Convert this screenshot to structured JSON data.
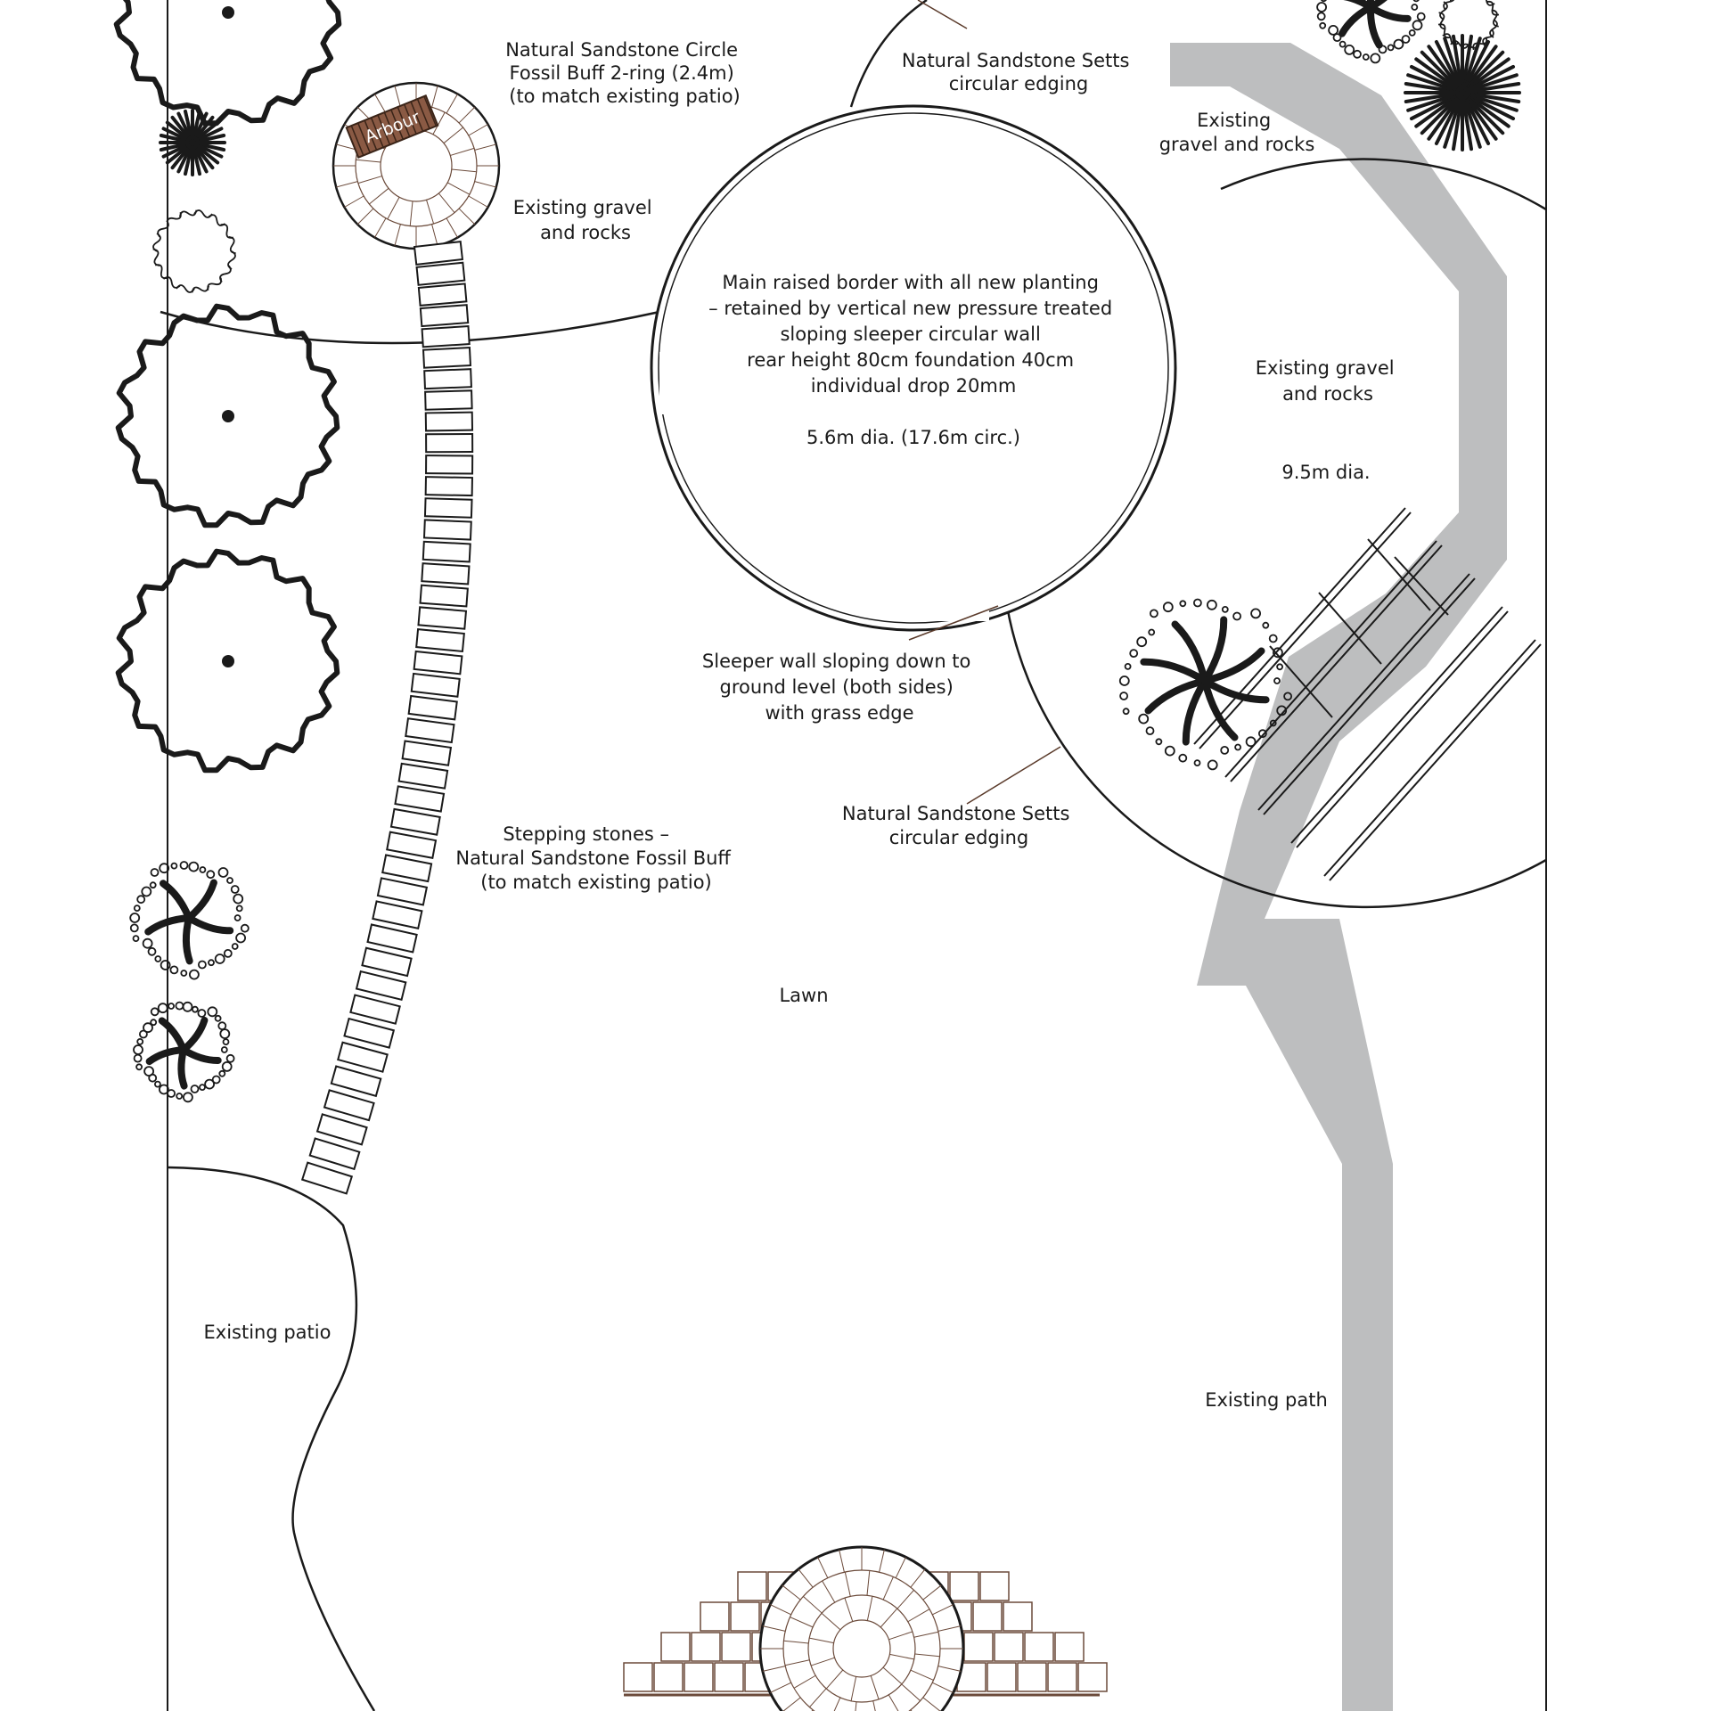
{
  "labels": {
    "sandstone_circle": [
      "Natural Sandstone Circle",
      "Fossil Buff 2-ring (2.4m)",
      "(to match existing patio)"
    ],
    "arbour": "Arbour",
    "setts_top": [
      "Natural Sandstone Setts",
      "circular edging"
    ],
    "gravel_top_right": [
      "Existing",
      "gravel and rocks"
    ],
    "gravel_left": [
      "Existing gravel",
      "and rocks"
    ],
    "main_border": [
      "Main raised border with all new planting",
      "– retained by vertical new pressure treated",
      "sloping sleeper circular wall",
      "rear height 80cm foundation 40cm",
      "individual drop 20mm"
    ],
    "main_border_size": "5.6m dia. (17.6m circ.)",
    "gravel_right": [
      "Existing gravel",
      "and rocks"
    ],
    "right_circle_size": "9.5m dia.",
    "sleeper_wall": [
      "Sleeper wall sloping down to",
      "ground level (both sides)",
      "with grass edge"
    ],
    "setts_right": [
      "Natural Sandstone Setts",
      "circular edging"
    ],
    "stepping_stones": [
      "Stepping stones –",
      "Natural Sandstone Fossil Buff",
      "(to match existing patio)"
    ],
    "lawn": "Lawn",
    "existing_patio": "Existing patio",
    "existing_path": "Existing path"
  },
  "colors": {
    "line": "#1a1a1a",
    "path_fill": "#bdbebf",
    "paving_brown": "#6b4a3a",
    "arbour_fill": "#8a5a44"
  }
}
